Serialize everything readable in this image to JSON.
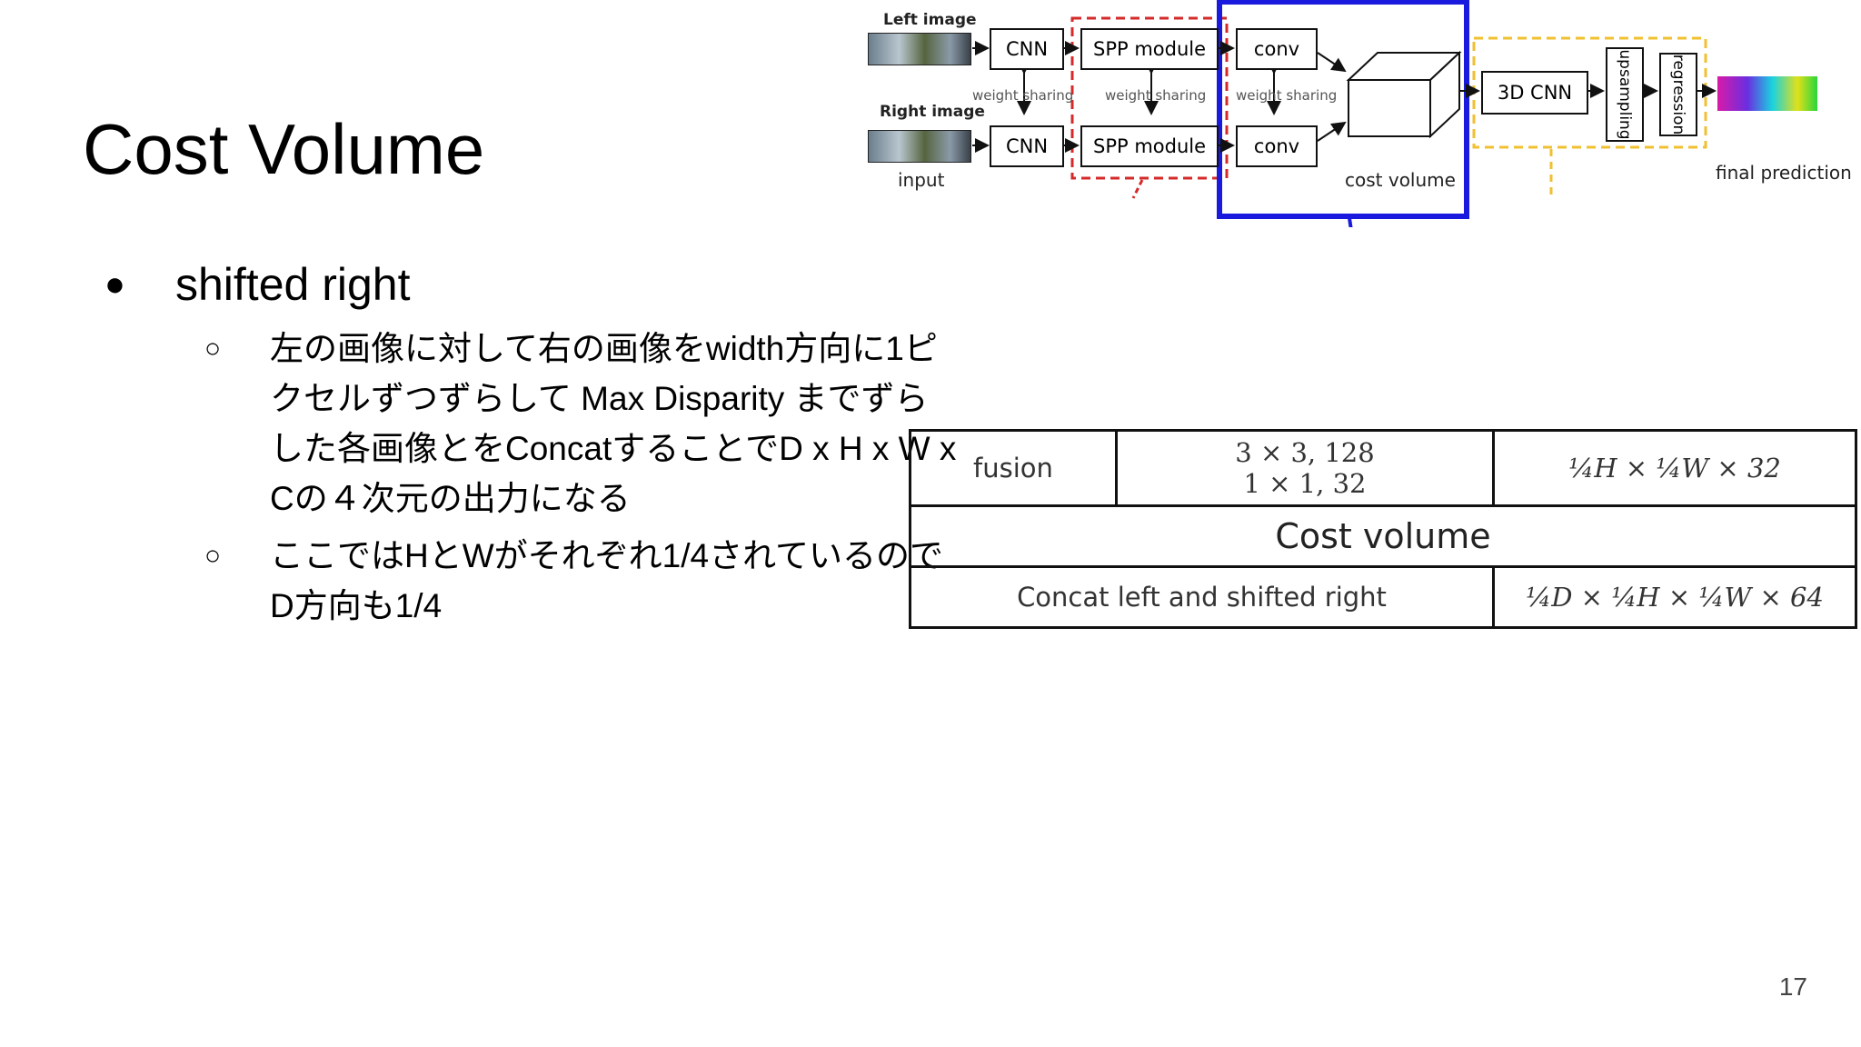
{
  "slide": {
    "title": "Cost Volume",
    "page_number": "17"
  },
  "bullets": {
    "level1": "shifted right",
    "level2": [
      "左の画像に対して右の画像をwidth方向に1ピクセルずつずらして Max Disparity までずらした各画像とをConcatすることでD x H x W x Cの４次元の出力になる",
      "ここではHとWがそれぞれ1/4されているのでD方向も1/4"
    ]
  },
  "diagram": {
    "left_image_label": "Left image",
    "right_image_label": "Right image",
    "input_label": "input",
    "cnn_label": "CNN",
    "spp_label": "SPP module",
    "conv_label": "conv",
    "weight_sharing_label": "weight sharing",
    "cost_volume_label": "cost volume",
    "cnn3d_label": "3D CNN",
    "upsampling_label": "upsampling",
    "regression_label": "regression",
    "final_prediction_label": "final prediction",
    "colors": {
      "highlight_blue": "#1a1adf",
      "spp_red": "#d42a2a",
      "cnn_yellow": "#f0c030"
    }
  },
  "table": {
    "row1": {
      "name": "fusion",
      "dims_line1": "3 × 3, 128",
      "dims_line2": "1 × 1, 32",
      "output": "¼H × ¼W × 32"
    },
    "row2": {
      "title": "Cost volume"
    },
    "row3": {
      "desc": "Concat left and shifted right",
      "output": "¼D × ¼H × ¼W × 64"
    }
  }
}
